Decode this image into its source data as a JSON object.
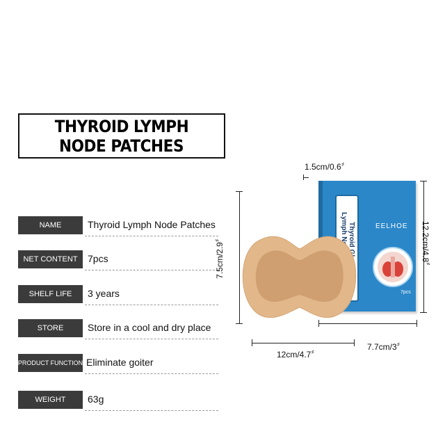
{
  "title": {
    "line1": "THYROID LYMPH",
    "line2": "NODE PATCHES"
  },
  "specs": [
    {
      "label": "NAME",
      "value": "Thyroid Lymph Node Patches"
    },
    {
      "label": "NET CONTENT",
      "value": "7pcs"
    },
    {
      "label": "SHELF LIFE",
      "value": "3 years"
    },
    {
      "label": "STORE",
      "value": "Store in a cool and dry place"
    },
    {
      "label": "PRODUCT FUNCTION",
      "value": "Eliminate goiter"
    },
    {
      "label": "WEIGHT",
      "value": "63g"
    }
  ],
  "dimensions": {
    "thickness": "1.5cm/0.6〞",
    "patch_height": "7.5cm/2.9〞",
    "patch_width": "12cm/4.7〞",
    "box_height": "12.2cm/4.8〞",
    "box_width": "7.7cm/3〞"
  },
  "package": {
    "strip_text_1": "Thyroid Gland",
    "strip_text_2": "Lymph Nodes Patch",
    "brand": "EELHOE",
    "count": "7pcs"
  },
  "colors": {
    "label_bg": "#3b3b3b",
    "box_blue": "#2b87c8",
    "patch_outer": "#e2b88a",
    "patch_inner": "#cf9f72"
  }
}
